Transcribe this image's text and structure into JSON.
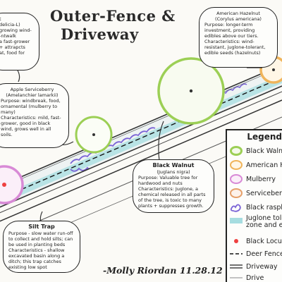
{
  "title": {
    "line1": "Outer-Fence &",
    "line2": "Driveway"
  },
  "colors": {
    "black_walnut": "#9ccf55",
    "american_hazelnut": "#f0b45a",
    "mulberry": "#d88ad6",
    "serviceberry": "#e6a06a",
    "black_raspberry": "#7a63d6",
    "juglone_zone": "#9fdfe0",
    "black_locust": "#ee4040"
  },
  "callouts": {
    "top_left": {
      "lines": [
        "t",
        "delicia-L)",
        "growing wind-",
        "-ntwalk",
        "a fast-grower",
        "+ attrapcts",
        "at, food for"
      ]
    },
    "hazelnut": {
      "name": "American Hazelnut",
      "latin": "(Corylus americana)",
      "purpose": "Purpose: longer-term investment, providing edibles above our tiers.",
      "characteristics": "Characteristics: wind-resistant, juglone-tolerant, edible seeds (hazelnuts)"
    },
    "serviceberry": {
      "name": "Apple Serviceberry",
      "latin": "(Amelanchier lamarkii)",
      "purpose": "Purpose: windbreak, food, ornamental (mulberry to many)",
      "characteristics": "Characteristics: mild, fast-grower, good in black wind, grows well in all soils."
    },
    "walnut": {
      "name": "Black Walnut",
      "latin": "(Juglans nigra)",
      "purpose": "Purpose: Valuable tree for hardwood and nuts",
      "characteristics": "Characteristics: Juglone, a chemical released in all parts of the tree, is toxic to many plants + suppresses growth."
    },
    "silt_trap": {
      "name": "Silt Trap",
      "purpose": "Purpose - slow water run-off to collect and hold silts; can be used in planting beds",
      "characteristics": "Characteristics - shallow excavated basin along a ditch; this trap catches existing low spot"
    }
  },
  "legend": {
    "title": "Legend",
    "items": [
      {
        "label": "Black Walnut",
        "symbol": "big-circle",
        "color_key": "black_walnut"
      },
      {
        "label": "American Hazelnut",
        "symbol": "circle",
        "color_key": "american_hazelnut"
      },
      {
        "label": "Mulberry",
        "symbol": "circle",
        "color_key": "mulberry"
      },
      {
        "label": "Serviceberry",
        "symbol": "circle",
        "color_key": "serviceberry"
      },
      {
        "label": "Black raspberry",
        "symbol": "scallop",
        "color_key": "black_raspberry"
      },
      {
        "label": "Juglone tolerant zone and edges",
        "symbol": "band",
        "color_key": "juglone_zone"
      },
      {
        "label": "Black Locust",
        "symbol": "dot",
        "color_key": "black_locust"
      },
      {
        "label": "Deer Fence",
        "symbol": "dash",
        "color_key": ""
      },
      {
        "label": "Driveway",
        "symbol": "lines",
        "color_key": ""
      },
      {
        "label": "Drive",
        "symbol": "plain",
        "color_key": ""
      }
    ]
  },
  "signature": "-Molly Riordan  11.28.12"
}
